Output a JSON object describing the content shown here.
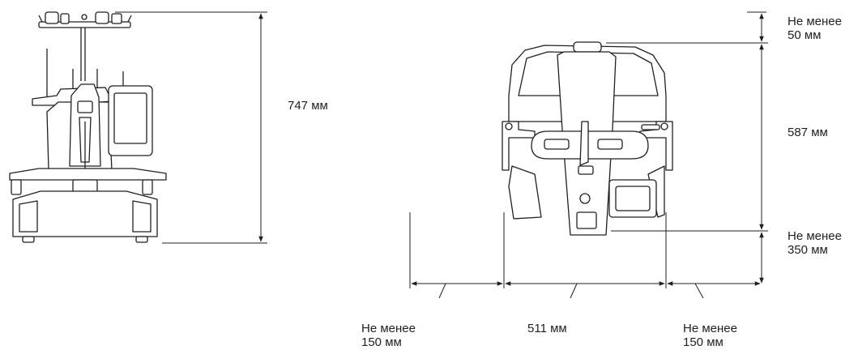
{
  "dimensions": {
    "height_front": "747 мм",
    "top_clearance": [
      "Не менее",
      "50 мм"
    ],
    "height_top": "587 мм",
    "rear_clearance": [
      "Не менее",
      "350 мм"
    ],
    "left_clearance": [
      "Не менее",
      "150 мм"
    ],
    "width": "511 мм",
    "right_clearance": [
      "Не менее",
      "150 мм"
    ]
  }
}
